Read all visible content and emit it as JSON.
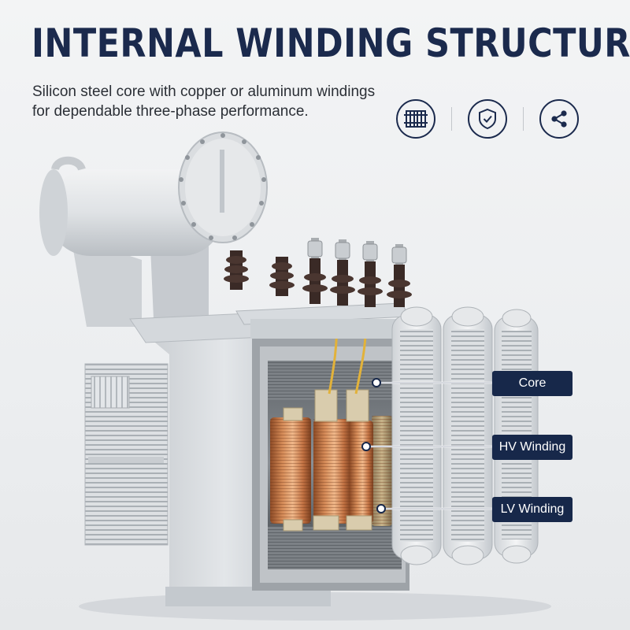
{
  "header": {
    "title": "INTERNAL WINDING STRUCTURE",
    "subtitle": "Silicon steel core with copper or aluminum windings for dependable three-phase performance."
  },
  "feature_icons": [
    {
      "icon": "radiator-icon"
    },
    {
      "icon": "shield-check-icon"
    },
    {
      "icon": "share-nodes-icon"
    }
  ],
  "callouts": {
    "core": "Core",
    "hv_winding": "HV Winding",
    "lv_winding": "LV Winding"
  },
  "colors": {
    "navy": "#17284a",
    "copper": "#c47a4a",
    "body_gray": "#d7dbdf"
  }
}
